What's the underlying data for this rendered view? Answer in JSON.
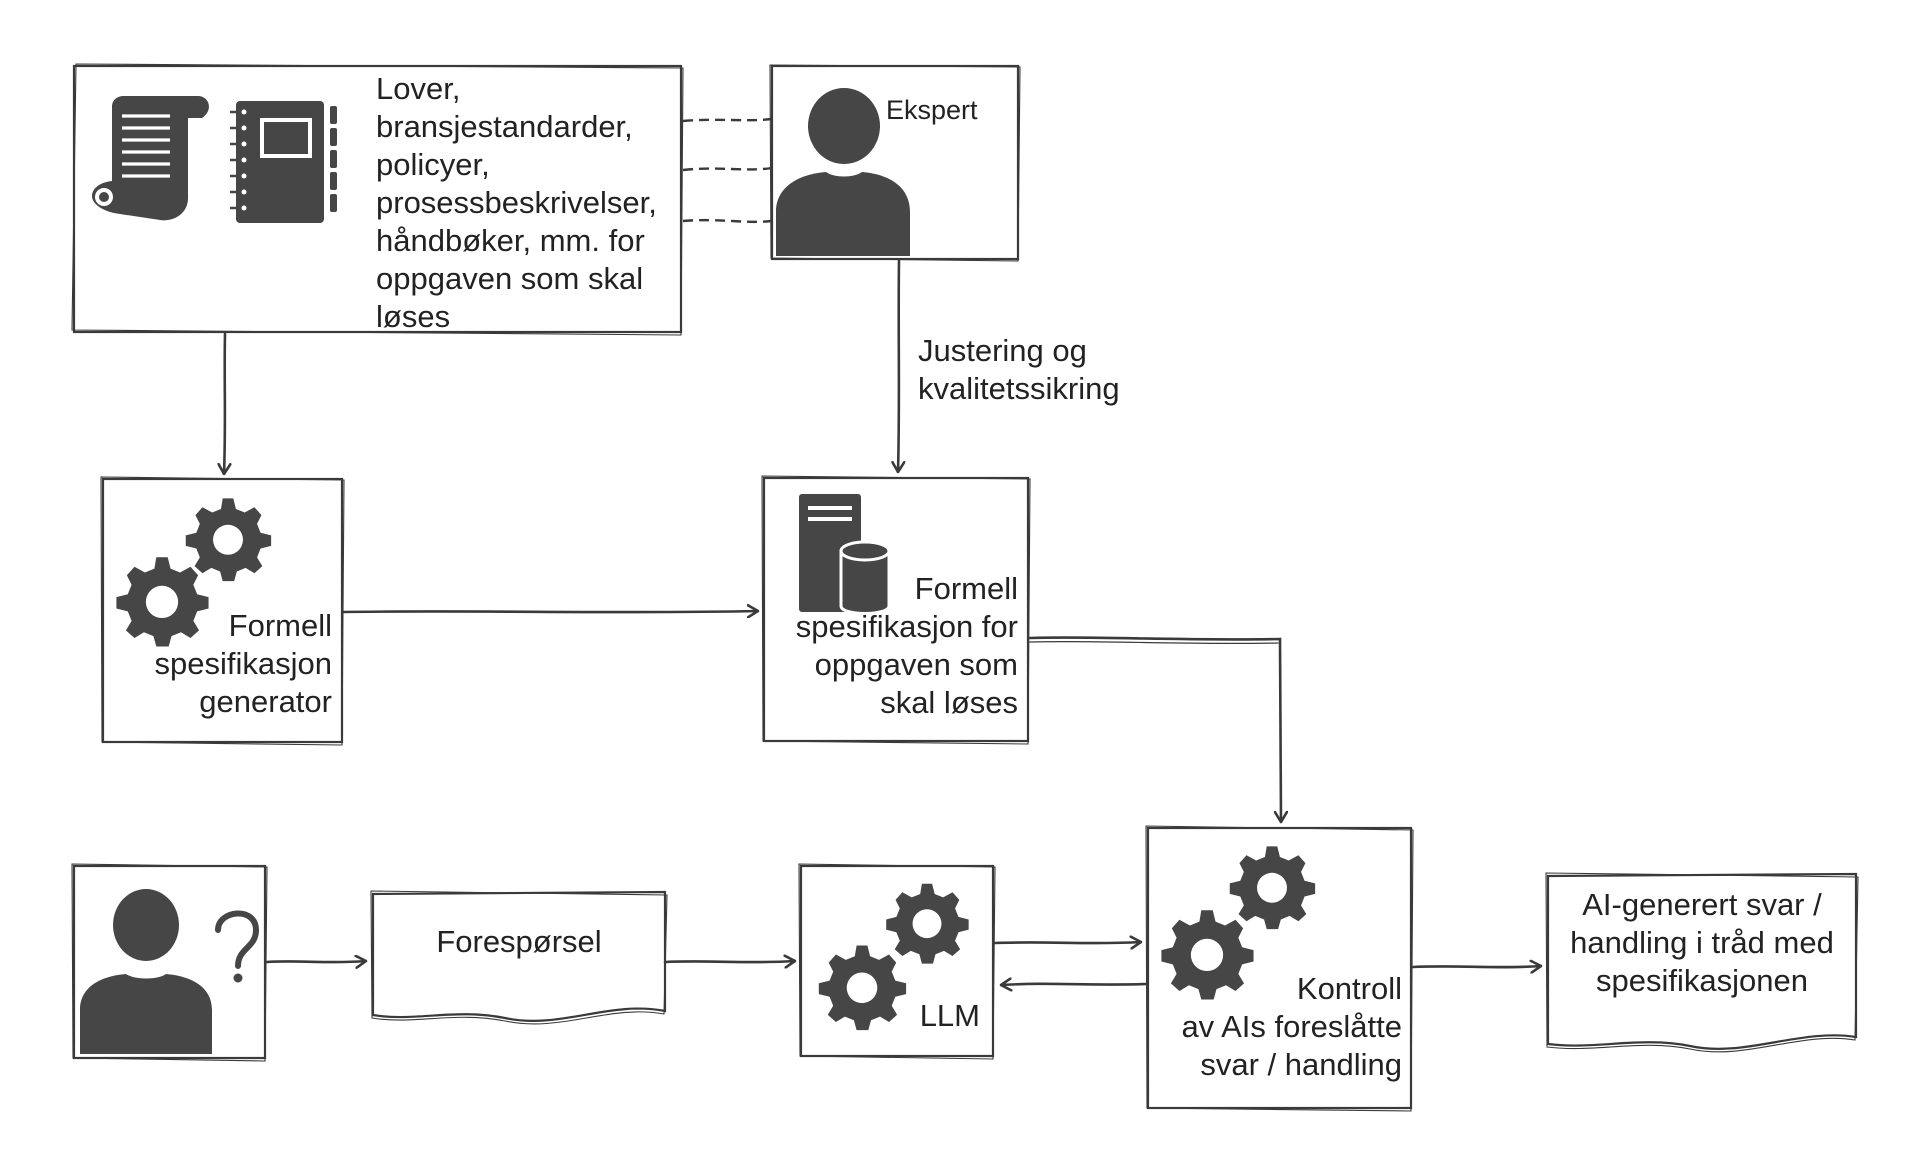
{
  "colors": {
    "stroke": "#3a3a3a",
    "icon": "#464646",
    "text": "#222222",
    "background": "#ffffff"
  },
  "icons": [
    "scroll-icon",
    "notebook-icon",
    "expert-person-icon",
    "gears-icon",
    "server-database-icon",
    "questioning-user-icon",
    "document-icon"
  ],
  "nodes": {
    "sources": {
      "text": "Lover,\nbransjestandarder,\npolicyer,\nprosessbeskrivelser,\nhåndbøker, mm. for\noppgaven som skal\nløses"
    },
    "expert": {
      "text": "Ekspert"
    },
    "expert_edge": {
      "text": "Justering og\nkvalitetssikring"
    },
    "generator": {
      "text": "Formell\nspesifikasjon\ngenerator"
    },
    "specification": {
      "text": "Formell\nspesifikasjon for\noppgaven som\nskal løses"
    },
    "request": {
      "text": "Forespørsel"
    },
    "llm": {
      "text": "LLM"
    },
    "control": {
      "text": "Kontroll\nav AIs foreslåtte\nsvar / handling"
    },
    "output": {
      "text": "AI-generert svar /\nhandling i tråd med\nspesifikasjonen"
    }
  }
}
